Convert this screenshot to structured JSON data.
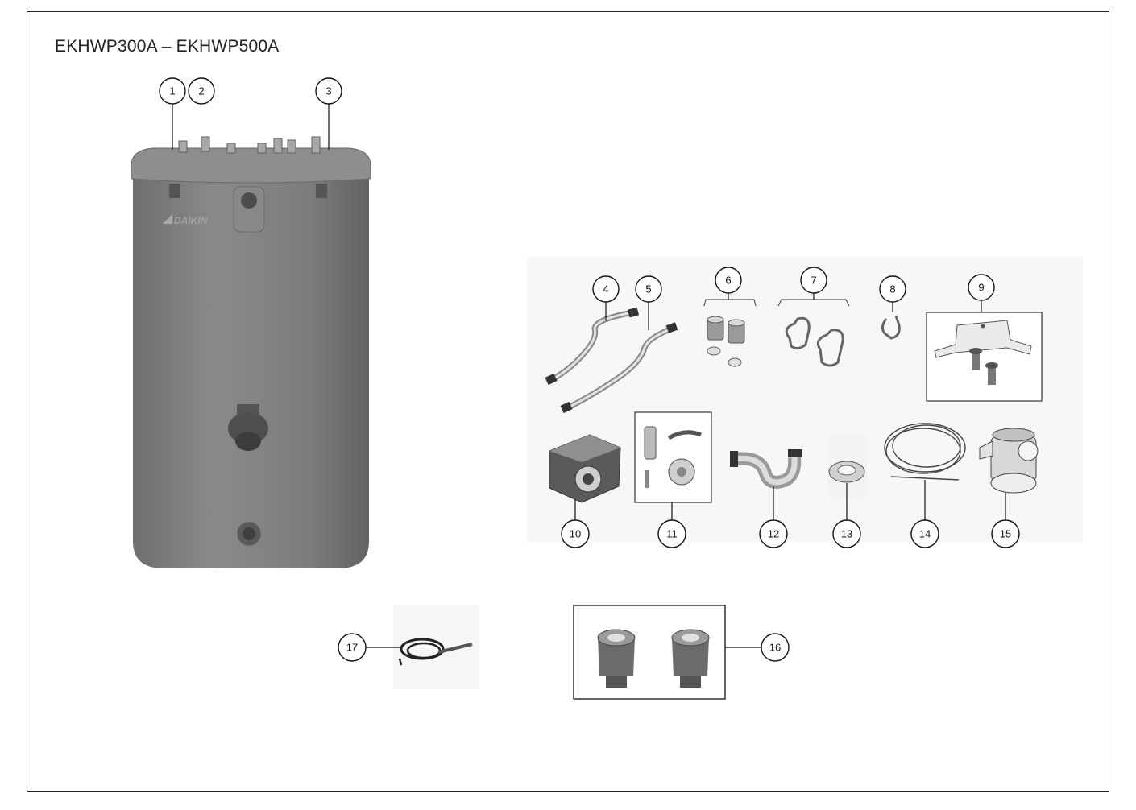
{
  "title": "EKHWP300A – EKHWP500A",
  "brand_logo_text": "DAIKIN",
  "callouts": [
    "1",
    "2",
    "3",
    "4",
    "5",
    "6",
    "7",
    "8",
    "9",
    "10",
    "11",
    "12",
    "13",
    "14",
    "15",
    "16",
    "17"
  ],
  "colors": {
    "tank": "#7d7d7d",
    "tank_top": "#8c8c8c",
    "outline": "#222222",
    "panel_bg": "#f6f6f6"
  }
}
